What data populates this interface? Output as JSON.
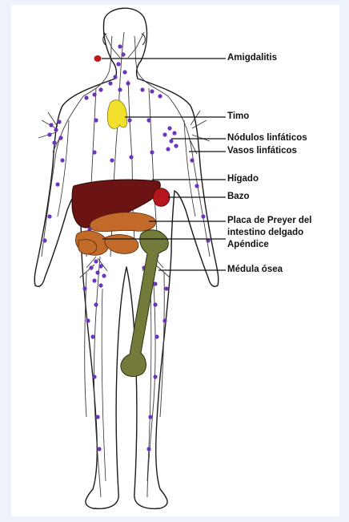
{
  "labels": {
    "amigdalitis": "Amigdalitis",
    "timo": "Timo",
    "nodulos": "Nódulos linfáticos",
    "vasos": "Vasos linfáticos",
    "higado": "Hígado",
    "bazo": "Bazo",
    "placa_line1": "Placa de Preyer del",
    "placa_line2": "intestino delgado",
    "apendice": "Apéndice",
    "medula": "Médula ósea"
  },
  "colors": {
    "background": "#eef2fb",
    "node": "#6a35b8",
    "thymus": "#f2df2a",
    "tonsil": "#c0171a",
    "liver": "#6b1413",
    "spleen": "#b5161b",
    "intestine": "#c26a2a",
    "bone": "#737a3a"
  }
}
